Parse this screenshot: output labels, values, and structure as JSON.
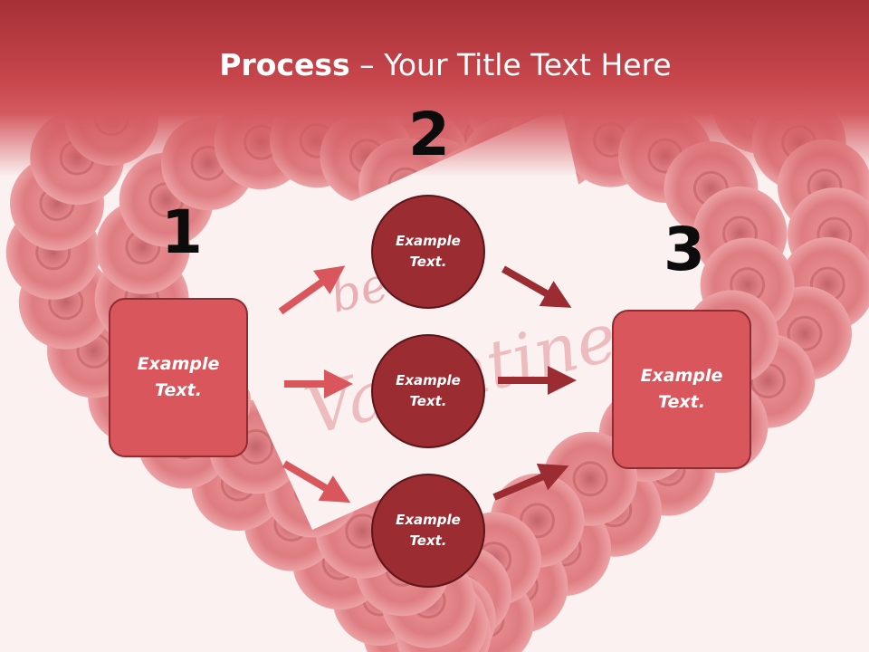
{
  "title": {
    "bold": "Process",
    "rest": " – Your Title Text Here"
  },
  "steps": {
    "s1": "1",
    "s2": "2",
    "s3": "3"
  },
  "nodes": {
    "left_box": {
      "line1": "Example",
      "line2": "Text."
    },
    "circle_top": {
      "line1": "Example",
      "line2": "Text."
    },
    "circle_mid": {
      "line1": "Example",
      "line2": "Text."
    },
    "circle_bottom": {
      "line1": "Example",
      "line2": "Text."
    },
    "right_box": {
      "line1": "Example",
      "line2": "Text."
    }
  },
  "background": {
    "script_line1": "be my",
    "script_line2": "Valentine"
  },
  "colors": {
    "header": "#c7464c",
    "box": "#d9575c",
    "circle": "#9a2c32",
    "arrow_light": "#d9575c",
    "arrow_dark": "#9a2c32"
  }
}
